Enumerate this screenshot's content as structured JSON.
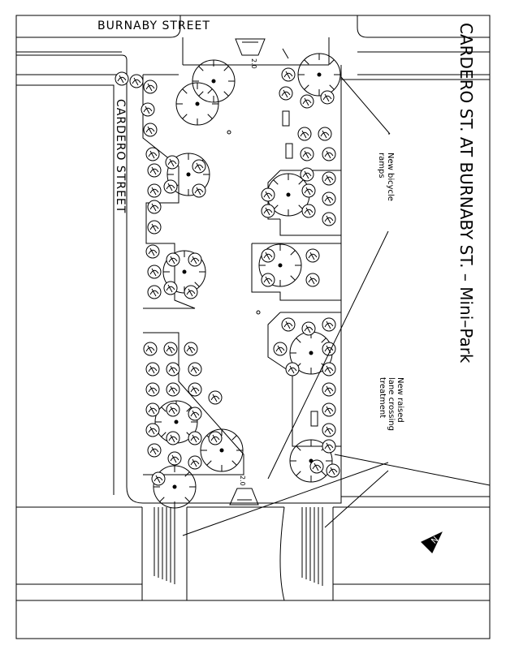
{
  "title": "CARDERO ST. AT BURNABY ST. – Mini–Park",
  "streets": {
    "top": "BURNABY STREET",
    "left": "CARDERO STREET"
  },
  "annotations": {
    "bicycle_ramps": [
      "New bicycle",
      "ramps"
    ],
    "crossing": [
      "New raised",
      "lane crossing",
      "treatment"
    ]
  },
  "dimensions": {
    "ramp_top": "2.0",
    "ramp_bottom": "2.0"
  },
  "north_arrow": "N"
}
